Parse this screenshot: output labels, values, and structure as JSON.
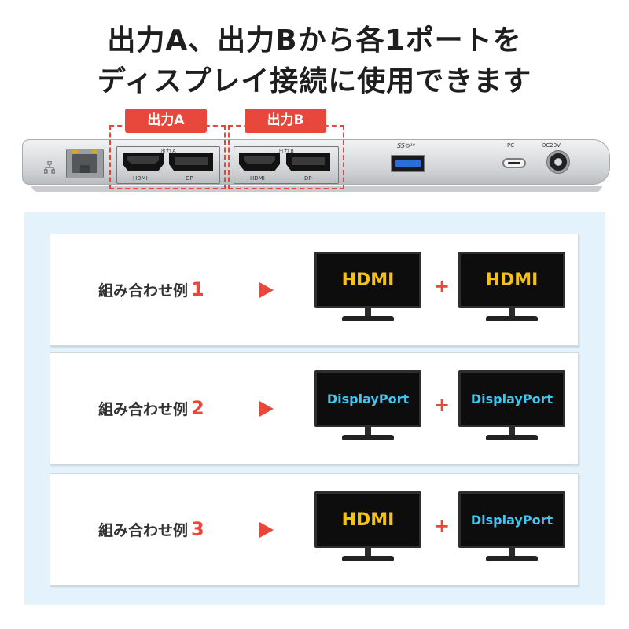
{
  "headline": {
    "line1": "出力A、出力Bから各1ポートを",
    "line2": "ディスプレイ接続に使用できます"
  },
  "device": {
    "group_a_label": "出力 A",
    "group_b_label": "出力 B",
    "hdmi_label": "HDMI",
    "dp_label": "DP",
    "usb_label": "SS⟲¹⁰",
    "pc_label": "PC",
    "dc_label": "DC20V"
  },
  "callouts": {
    "a": "出力A",
    "b": "出力B"
  },
  "examples": [
    {
      "label": "組み合わせ例",
      "number": "1",
      "left": "HDMI",
      "right": "HDMI",
      "left_type": "hdmi",
      "right_type": "hdmi"
    },
    {
      "label": "組み合わせ例",
      "number": "2",
      "left": "DisplayPort",
      "right": "DisplayPort",
      "left_type": "dp",
      "right_type": "dp"
    },
    {
      "label": "組み合わせ例",
      "number": "3",
      "left": "HDMI",
      "right": "DisplayPort",
      "left_type": "hdmi",
      "right_type": "dp"
    }
  ],
  "plus_sign": "+",
  "colors": {
    "accent_red": "#e8483b",
    "hdmi_text": "#f4c116",
    "dp_text": "#41c6ee",
    "panel_bg": "#e3f2fb",
    "usb_blue": "#2a6fd6"
  }
}
